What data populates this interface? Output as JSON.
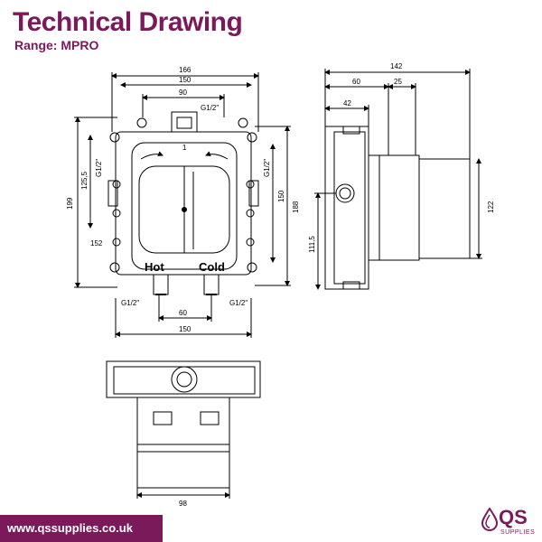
{
  "header": {
    "title": "Technical Drawing",
    "range": "Range: MPRO"
  },
  "front_view": {
    "dim_top_166": "166",
    "dim_top_150": "150",
    "dim_top_90": "90",
    "dim_left_199": "199",
    "dim_left_125_5": "125,5",
    "dim_left_152": "152",
    "dim_right_150": "150",
    "dim_right_188": "188",
    "dim_bottom_60": "60",
    "dim_bottom_150": "150",
    "thread_top": "G1/2\"",
    "thread_left": "G1/2\"",
    "thread_right": "G1/2\"",
    "thread_bottom_left": "G1/2\"",
    "thread_bottom_right": "G1/2\"",
    "label_hot": "Hot",
    "label_cold": "Cold",
    "label_number": "1"
  },
  "side_view": {
    "dim_142": "142",
    "dim_60": "60",
    "dim_25": "25",
    "dim_42": "42",
    "dim_122": "122",
    "dim_111_5": "111,5"
  },
  "bottom_view": {
    "dim_98": "98"
  },
  "footer": {
    "url": "www.qssupplies.co.uk",
    "logo_text": "QS",
    "logo_sub": "SUPPLIES"
  },
  "colors": {
    "brand": "#7b1a5b",
    "line": "#000000"
  }
}
